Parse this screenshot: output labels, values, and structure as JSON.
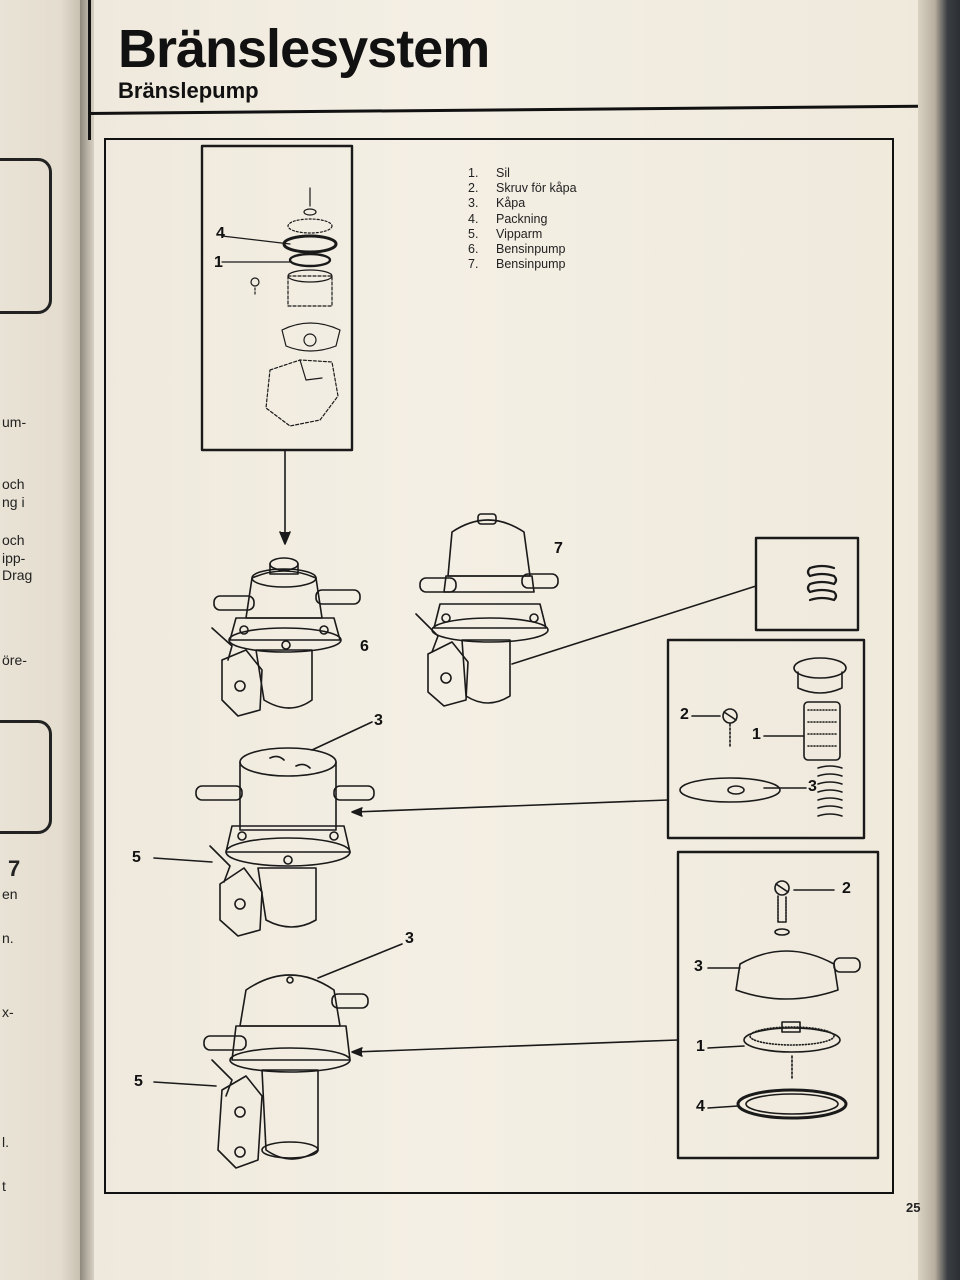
{
  "header": {
    "title": "Bränslesystem",
    "subtitle": "Bränslepump"
  },
  "legend": [
    {
      "num": "1.",
      "label": "Sil"
    },
    {
      "num": "2.",
      "label": "Skruv för kåpa"
    },
    {
      "num": "3.",
      "label": "Kåpa"
    },
    {
      "num": "4.",
      "label": "Packning"
    },
    {
      "num": "5.",
      "label": "Vipparm"
    },
    {
      "num": "6.",
      "label": "Bensinpump"
    },
    {
      "num": "7.",
      "label": "Bensinpump"
    }
  ],
  "callouts": {
    "inset_top_4": "4",
    "inset_top_1": "1",
    "pump6": "6",
    "pump7": "7",
    "pump3a_cover": "3",
    "pump3a_lever": "5",
    "pump3b_cover": "3",
    "pump3b_lever": "5",
    "inset_mid_2": "2",
    "inset_mid_1": "1",
    "inset_mid_3": "3",
    "inset_bot_2": "2",
    "inset_bot_3": "3",
    "inset_bot_1": "1",
    "inset_bot_4": "4"
  },
  "page_number": "25",
  "left_page_fragments": [
    "um-",
    "och",
    "ng i",
    "och",
    "ipp-",
    "Drag",
    "öre-",
    "7",
    "en",
    "n.",
    "x-",
    "l.",
    "t"
  ],
  "colors": {
    "paper": "#f4efe4",
    "ink": "#111111",
    "background": "#2b2f33"
  }
}
